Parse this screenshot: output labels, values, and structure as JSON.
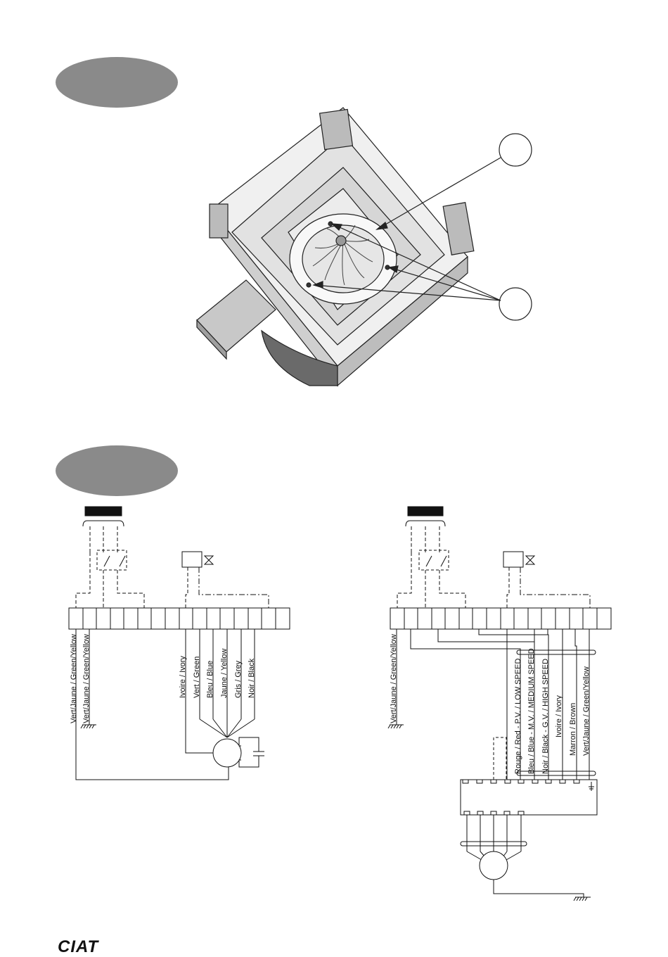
{
  "brand": {
    "logo_text": "CIAT"
  },
  "left_diagram": {
    "wires": [
      "Vert/Jaune / Green/Yellow",
      "Vert/Jaune / Green/Yellow",
      "Ivoire / Ivory",
      "Vert / Green",
      "Bleu / Blue",
      "Jaune / Yellow",
      "Gris / Grey",
      "Noir / Black"
    ]
  },
  "right_diagram": {
    "wires": [
      "Vert/Jaune / Green/Yellow",
      "Rouge / Red - P.V. / LOW SPEED",
      "Bleu / Blue - M.V. / MEDIUM SPEED",
      "Noir / Black - G.V. / HIGH SPEED",
      "Ivoire / Ivory",
      "Marron / Brown",
      "Vert/Jaune / Green/Yellow"
    ]
  }
}
